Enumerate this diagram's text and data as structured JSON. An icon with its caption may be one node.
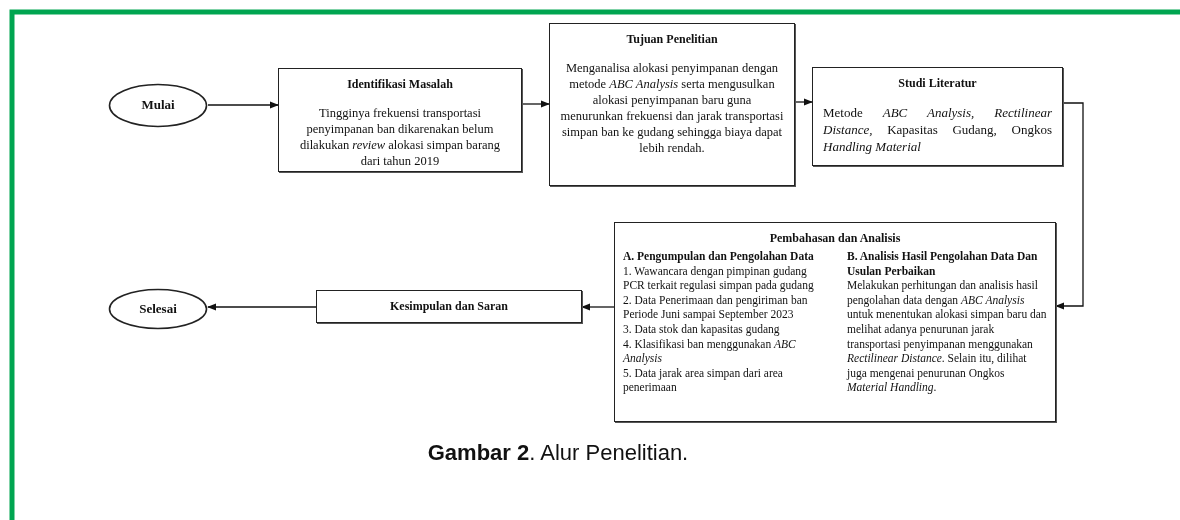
{
  "diagram": {
    "caption": "**Gambar 2**. Alur Penelitian.",
    "nodes": [
      {
        "text": [
          "Mulai"
        ]
      },
      {
        "text": [
          "Identifikasi Masalah",
          "Tingginya frekuensi transportasi penyimpanan ban dikarenakan belum dilakukan *review* alokasi simpan barang dari tahun 2019"
        ]
      },
      {
        "text": [
          "Tujuan Penelitian",
          "Menganalisa alokasi penyimpanan dengan metode *ABC Analysis* serta mengusulkan alokasi penyimpanan baru guna menurunkan frekuensi dan jarak transportasi simpan ban ke gudang sehingga biaya dapat lebih rendah."
        ]
      },
      {
        "text": [
          "Studi Literatur",
          "Metode *ABC Analysis, Rectilinear Distance,* Kapasitas Gudang, Ongkos *Handling Material*"
        ]
      },
      {
        "text": [
          "Pembahasan dan Analisis",
          "A. Pengumpulan dan Pengolahan Data",
          "1. Wawancara dengan pimpinan gudang PCR terkait regulasi simpan pada gudang",
          "2. Data Penerimaan dan pengiriman ban Periode Juni sampai September 2023",
          "3. Data stok dan kapasitas gudang",
          "4. Klasifikasi ban menggunakan *ABC Analysis*",
          "5. Data jarak area simpan dari area penerimaan",
          "B. Analisis Hasil Pengolahan Data Dan Usulan Perbaikan",
          "Melakukan perhitungan dan analisis hasil pengolahan data dengan *ABC Analysis* untuk menentukan alokasi simpan baru dan melihat adanya penurunan jarak transportasi penyimpanan menggunakan *Rectilinear Distance*. Selain itu, dilihat juga mengenai penurunan Ongkos *Material Handling*."
        ]
      },
      {
        "text": [
          "Kesimpulan dan Saran"
        ]
      },
      {
        "text": [
          "Selesai"
        ]
      }
    ],
    "edges": [
      {
        "from": 0,
        "to": 1,
        "arrow": "to"
      },
      {
        "from": 1,
        "to": 2,
        "arrow": "to"
      },
      {
        "from": 2,
        "to": 3,
        "arrow": "to"
      },
      {
        "from": 3,
        "to": 4,
        "arrow": "to"
      },
      {
        "from": 4,
        "to": 5,
        "arrow": "to"
      },
      {
        "from": 5,
        "to": 6,
        "arrow": "to"
      }
    ]
  }
}
